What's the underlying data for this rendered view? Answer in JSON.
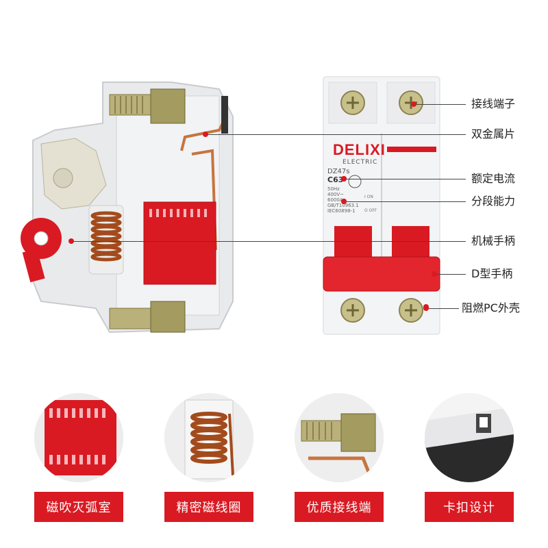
{
  "breaker": {
    "brand": "DELIXI",
    "brand_sub": "ELECTRIC",
    "model": "DZ47s",
    "rating": "C63",
    "spec_lines": [
      "50Hz",
      "400V~",
      "6000A",
      "GB/T10963.1",
      "IEC60898-1"
    ],
    "on_label": "I ON",
    "off_label": "O OFF"
  },
  "callouts": [
    {
      "label": "接线端子"
    },
    {
      "label": "双金属片"
    },
    {
      "label": "额定电流"
    },
    {
      "label": "分段能力"
    },
    {
      "label": "机械手柄"
    },
    {
      "label": "D型手柄"
    },
    {
      "label": "阻燃PC外壳"
    }
  ],
  "features": [
    {
      "label": "磁吹灭弧室"
    },
    {
      "label": "精密磁线圈"
    },
    {
      "label": "优质接线端"
    },
    {
      "label": "卡扣设计"
    }
  ],
  "colors": {
    "accent": "#d91a23",
    "line": "#444444"
  }
}
